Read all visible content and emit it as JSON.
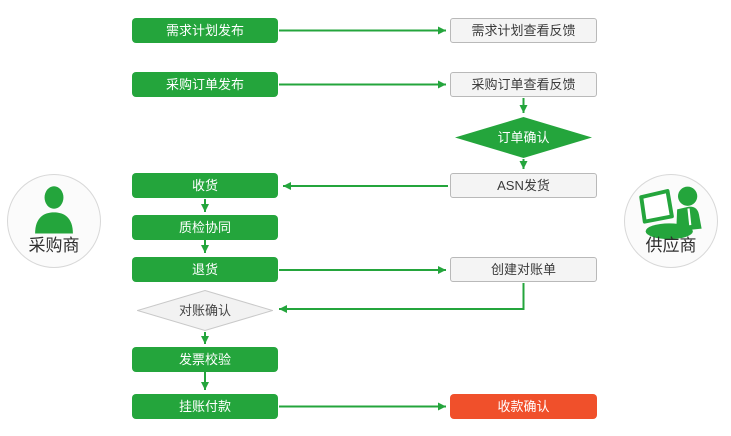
{
  "palette": {
    "green": "#24a53c",
    "red": "#f0502b",
    "light_box_bg": "#f4f4f4",
    "light_box_border": "#b9b9b9",
    "diamond_gray_bg": "#f2f2f2",
    "diamond_gray_border": "#c9c9c9",
    "dark_text": "#3a3a3a",
    "white_text": "#ffffff"
  },
  "actors": {
    "buyer": {
      "label": "采购商"
    },
    "supplier": {
      "label": "供应商"
    }
  },
  "nodes": {
    "demand_publish": {
      "label": "需求计划发布"
    },
    "demand_feedback": {
      "label": "需求计划查看反馈"
    },
    "po_publish": {
      "label": "采购订单发布"
    },
    "po_feedback": {
      "label": "采购订单查看反馈"
    },
    "order_confirm": {
      "label": "订单确认"
    },
    "receive": {
      "label": "收货"
    },
    "asn_ship": {
      "label": "ASN发货"
    },
    "quality_check": {
      "label": "质检协同"
    },
    "return_goods": {
      "label": "退货"
    },
    "create_statement": {
      "label": "创建对账单"
    },
    "recon_confirm": {
      "label": "对账确认"
    },
    "invoice_check": {
      "label": "发票校验"
    },
    "book_payment": {
      "label": "挂账付款"
    },
    "receipt_confirm": {
      "label": "收款确认"
    }
  }
}
